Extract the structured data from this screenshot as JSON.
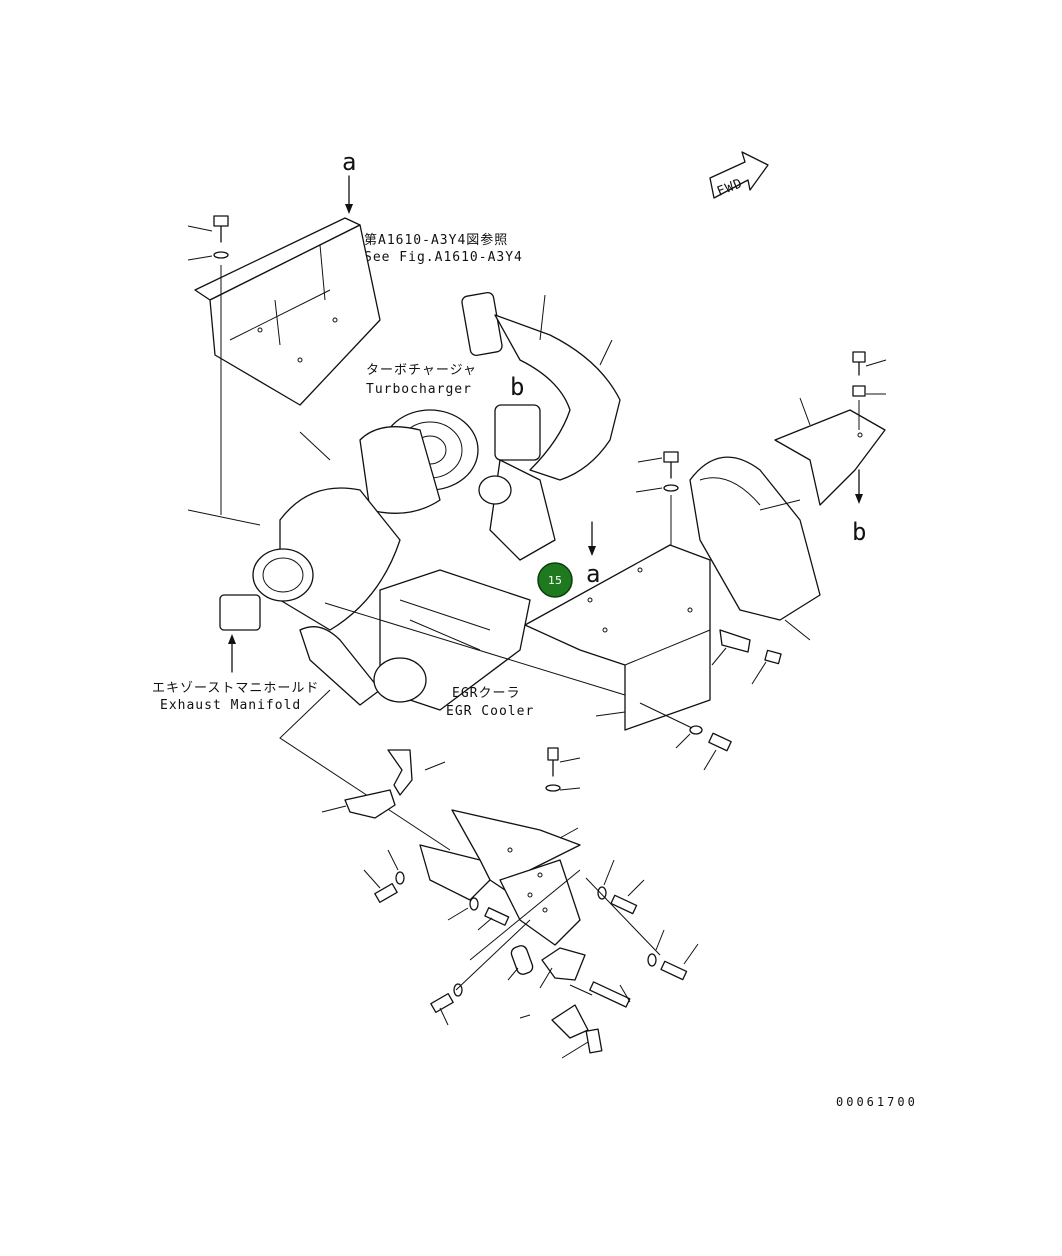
{
  "labels": {
    "see_fig_jp": "第A1610-A3Y4図参照",
    "see_fig_en": "See Fig.A1610-A3Y4",
    "turbo_jp": "ターボチャージャ",
    "turbo_en": "Turbocharger",
    "exhaust_jp": "エキゾーストマニホールド",
    "exhaust_en": "Exhaust Manifold",
    "egr_jp": "EGRクーラ",
    "egr_en": "EGR Cooler",
    "fwd": "FWD"
  },
  "callouts": {
    "a_top": "a",
    "a_mid": "a",
    "b_mid": "b",
    "b_right": "b"
  },
  "marker": {
    "number": "15",
    "color": "#1f7a1f"
  },
  "drawing_code": "00061700"
}
